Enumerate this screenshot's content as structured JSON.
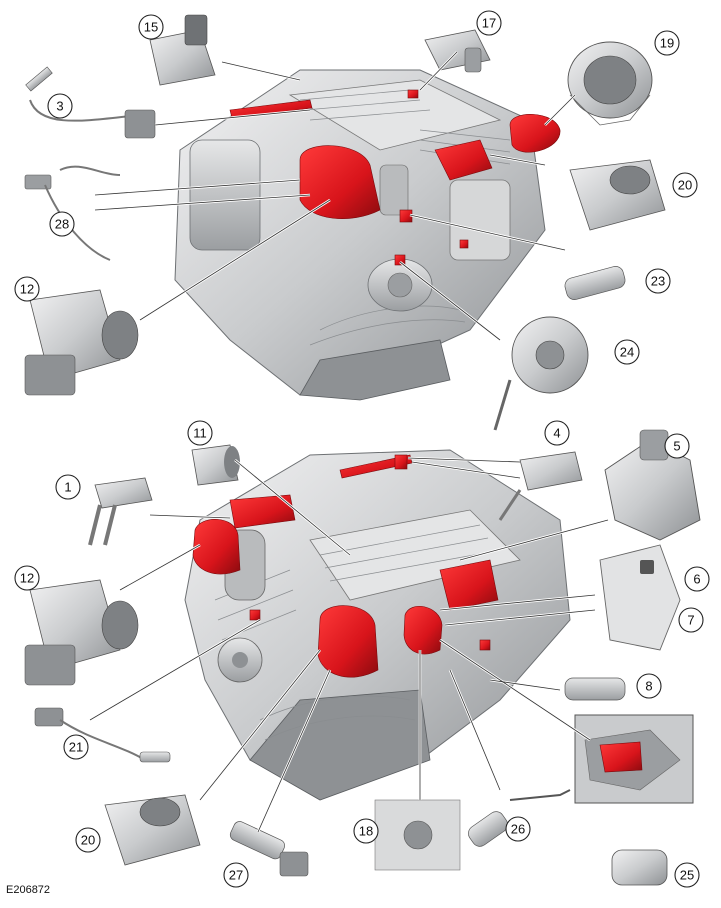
{
  "figure_id": "E206872",
  "colors": {
    "highlight": "#d8141b",
    "engine_body": "#c9cbcd",
    "engine_dark": "#8e9194",
    "engine_light": "#ededee",
    "label_stroke": "#222222"
  },
  "callouts": {
    "c15": "15",
    "c17": "17",
    "c19": "19",
    "c3": "3",
    "c20a": "20",
    "c28": "28",
    "c12a": "12",
    "c23": "23",
    "c24": "24",
    "c11": "11",
    "c4": "4",
    "c5": "5",
    "c1": "1",
    "c12b": "12",
    "c6": "6",
    "c7": "7",
    "c8": "8",
    "c21": "21",
    "c20b": "20",
    "c27": "27",
    "c18": "18",
    "c26": "26",
    "c25": "25"
  }
}
